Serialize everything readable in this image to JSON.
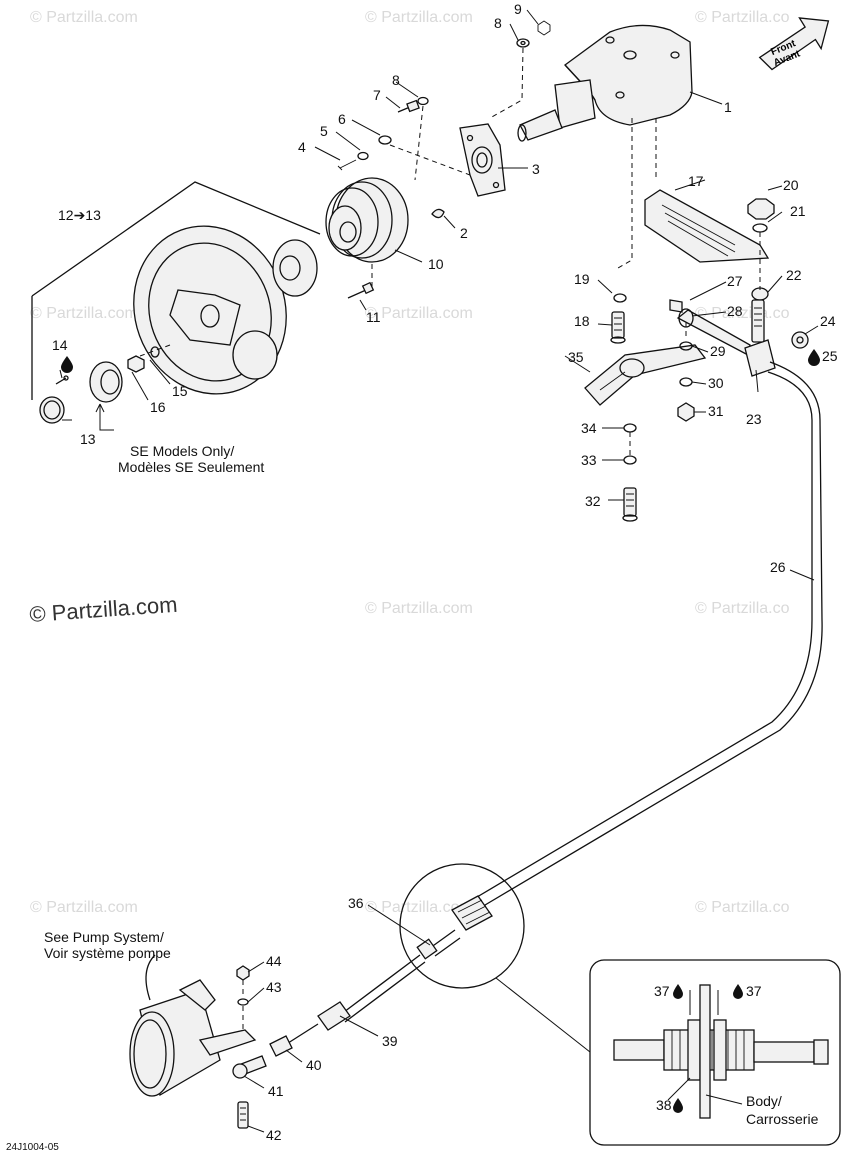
{
  "watermark_text": "© Partzilla.com",
  "watermark_partial": "© Partzilla.co",
  "main_watermark": "© Partzilla.com",
  "diagram_code": "24J1004-05",
  "front_arrow": {
    "line1": "Front",
    "line2": "Avant"
  },
  "notes": {
    "se_models_line1": "SE Models Only/",
    "se_models_line2": "Modèles SE Seulement",
    "pump_line1": "See Pump System/",
    "pump_line2": "Voir système pompe",
    "body_line1": "Body/",
    "body_line2": "Carrosserie"
  },
  "callouts": {
    "c1": "1",
    "c2": "2",
    "c3": "3",
    "c4": "4",
    "c5": "5",
    "c6": "6",
    "c7": "7",
    "c8": "8",
    "c8b": "8",
    "c9": "9",
    "c10": "10",
    "c11": "11",
    "c12": "12➔13",
    "c13": "13",
    "c14": "14",
    "c15": "15",
    "c16": "16",
    "c17": "17",
    "c18": "18",
    "c19": "19",
    "c20": "20",
    "c21": "21",
    "c22": "22",
    "c23": "23",
    "c24": "24",
    "c25": "25",
    "c26": "26",
    "c27": "27",
    "c28": "28",
    "c29": "29",
    "c30": "30",
    "c31": "31",
    "c32": "32",
    "c33": "33",
    "c34": "34",
    "c35": "35",
    "c36": "36",
    "c37a": "37",
    "c37b": "37",
    "c38": "38",
    "c39": "39",
    "c40": "40",
    "c41": "41",
    "c42": "42",
    "c43": "43",
    "c44": "44"
  }
}
